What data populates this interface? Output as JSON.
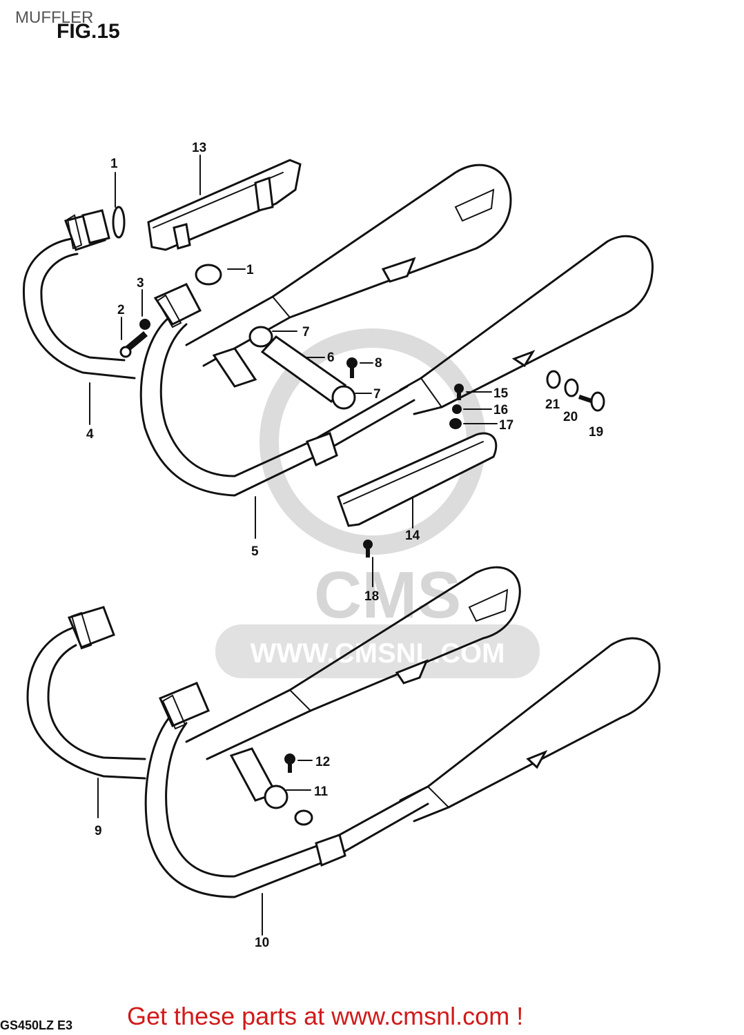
{
  "header": {
    "section_title": "MUFFLER",
    "figure_label": "FIG.15"
  },
  "watermark": {
    "brand": "CMS",
    "url": "WWW.CMSNL.COM"
  },
  "callouts": [
    "1",
    "1",
    "2",
    "3",
    "4",
    "5",
    "6",
    "7",
    "7",
    "8",
    "9",
    "10",
    "11",
    "12",
    "13",
    "14",
    "15",
    "16",
    "17",
    "18",
    "19",
    "20",
    "21"
  ],
  "model_code": "GS450LZ E3",
  "footer": {
    "link_text": "Get these parts at www.cmsnl.com !"
  },
  "colors": {
    "footer_link": "#d11a1a",
    "line_art": "#111111",
    "watermark": "#cfcfcf"
  }
}
